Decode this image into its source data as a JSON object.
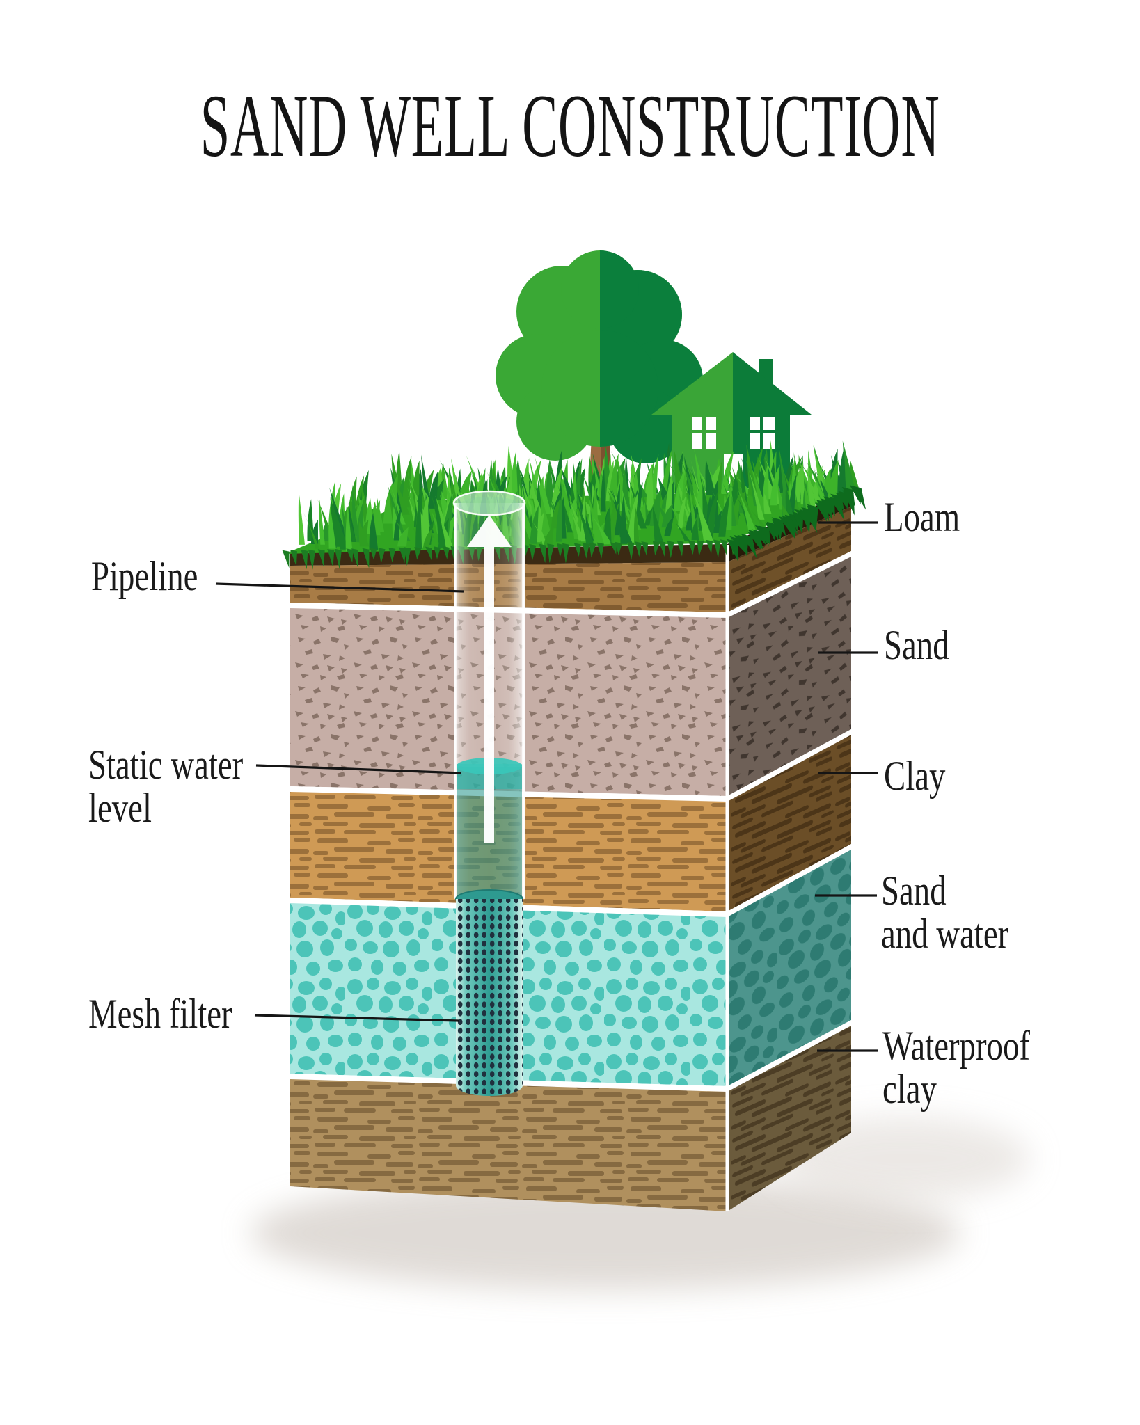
{
  "title": "SAND WELL CONSTRUCTION",
  "labels": {
    "left": [
      {
        "id": "pipeline",
        "lines": [
          "Pipeline"
        ]
      },
      {
        "id": "static-water-level",
        "lines": [
          "Static water",
          "level"
        ]
      },
      {
        "id": "mesh-filter",
        "lines": [
          "Mesh filter"
        ]
      }
    ],
    "right": [
      {
        "id": "loam",
        "lines": [
          "Loam"
        ]
      },
      {
        "id": "sand",
        "lines": [
          "Sand"
        ]
      },
      {
        "id": "clay",
        "lines": [
          "Clay"
        ]
      },
      {
        "id": "sand-and-water",
        "lines": [
          "Sand",
          "and water"
        ]
      },
      {
        "id": "waterproof-clay",
        "lines": [
          "Waterproof",
          "clay"
        ]
      }
    ]
  },
  "layers": [
    {
      "name": "Loam",
      "front_color": "#a87c46",
      "side_color": "#6f5129"
    },
    {
      "name": "Sand",
      "front_color": "#c6aea6",
      "side_color": "#6e6057"
    },
    {
      "name": "Clay",
      "front_color": "#cf9a55",
      "side_color": "#6b4e27"
    },
    {
      "name": "Sand and water",
      "front_color": "#a9e7e0",
      "side_color": "#4d958d"
    },
    {
      "name": "Waterproof clay",
      "front_color": "#b0905e",
      "side_color": "#6b5b3c"
    }
  ],
  "well_parts": [
    "Pipeline",
    "Static water level",
    "Mesh filter"
  ],
  "scene": {
    "icons": [
      "tree-icon",
      "house-icon",
      "grass",
      "up-arrow-icon",
      "well-pipe",
      "mesh-filter"
    ],
    "grass_color": "#31a522",
    "tree_light_green": "#3aa835",
    "tree_dark_green": "#0b7f3c",
    "topsoil_color": "#3b2a13",
    "water_color": "#2ab5a8",
    "mesh_dot_color": "#20303e",
    "label_color": "#1a1a1a",
    "background": "#ffffff"
  }
}
